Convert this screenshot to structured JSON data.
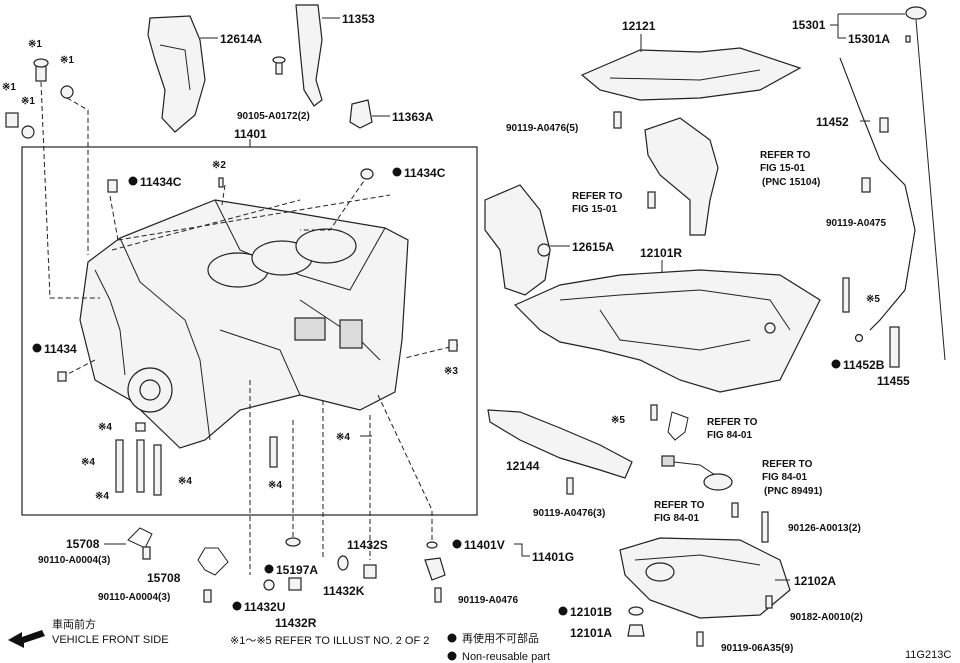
{
  "diagram": {
    "id_code": "11G213C",
    "labels": {
      "p12614A": "12614A",
      "p11353": "11353",
      "p11363A": "11363A",
      "p90105": "90105-A0172(2)",
      "p11401": "11401",
      "p11434C_left": "11434C",
      "p11434C_right": "11434C",
      "p11434": "11434",
      "note2": "※2",
      "note3": "※3",
      "note4a": "※4",
      "note4b": "※4",
      "note4c": "※4",
      "note4d": "※4",
      "note4e": "※4",
      "note4f": "※4",
      "note1a": "※1",
      "note1b": "※1",
      "note1c": "※1",
      "note1d": "※1",
      "note5a": "※5",
      "note5b": "※5",
      "p12121": "12121",
      "p90119_A0476_5": "90119-A0476(5)",
      "refer_1501_a_line1": "REFER TO",
      "refer_1501_a_line2": "FIG 15-01",
      "refer_1501_b_line1": "REFER TO",
      "refer_1501_b_line2": "FIG 15-01",
      "refer_1501_b_pnc": "(PNC 15104)",
      "p12615A": "12615A",
      "p12101R": "12101R",
      "p15301": "15301",
      "p15301A": "15301A",
      "p11452": "11452",
      "p90119_A0475": "90119-A0475",
      "p11452B": "11452B",
      "p11455": "11455",
      "refer_8401_a_line1": "REFER TO",
      "refer_8401_a_line2": "FIG 84-01",
      "refer_8401_b_line1": "REFER TO",
      "refer_8401_b_line2": "FIG 84-01",
      "refer_8401_b_pnc": "(PNC 89491)",
      "refer_8401_c_line1": "REFER TO",
      "refer_8401_c_line2": "FIG 84-01",
      "p12144": "12144",
      "p90119_A0476_3": "90119-A0476(3)",
      "p15708_a": "15708",
      "p15708_b": "15708",
      "p90110_a": "90110-A0004(3)",
      "p90110_b": "90110-A0004(3)",
      "p15197A": "15197A",
      "p11432S": "11432S",
      "p11432K": "11432K",
      "p11432U": "11432U",
      "p11432R": "11432R",
      "p11401V": "11401V",
      "p11401G": "11401G",
      "p90119_A0476": "90119-A0476",
      "p90126": "90126-A0013(2)",
      "p12102A": "12102A",
      "p90182": "90182-A0010(2)",
      "p12101B": "12101B",
      "p12101A": "12101A",
      "p90119_06A35": "90119-06A35(9)"
    },
    "footer": {
      "vehicle_front_jp": "車両前方",
      "vehicle_front_en": "VEHICLE FRONT SIDE",
      "refer_note": "※1～※5  REFER TO ILLUST NO. 2 OF 2",
      "nonreusable_jp": "再使用不可部品",
      "nonreusable_en": "Non-reusable part"
    }
  }
}
